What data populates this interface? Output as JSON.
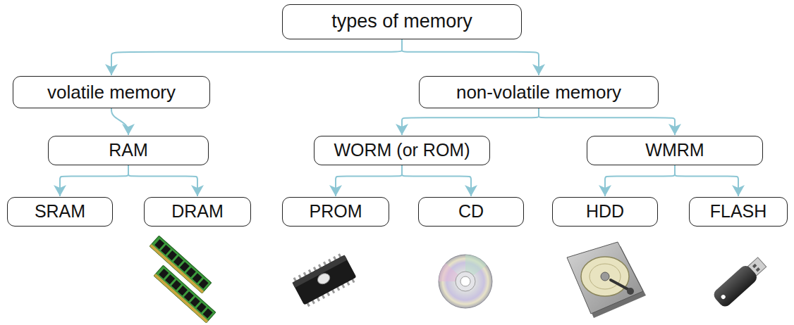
{
  "diagram": {
    "nodes": [
      {
        "text": [
          "types of memory"
        ]
      },
      {
        "text": [
          "volatile memory"
        ]
      },
      {
        "text": [
          "non-volatile memory"
        ]
      },
      {
        "text": [
          "RAM"
        ]
      },
      {
        "text": [
          "WORM (or ROM)"
        ]
      },
      {
        "text": [
          "WMRM"
        ]
      },
      {
        "text": [
          "SRAM"
        ]
      },
      {
        "text": [
          "DRAM"
        ]
      },
      {
        "text": [
          "PROM"
        ]
      },
      {
        "text": [
          "CD"
        ]
      },
      {
        "text": [
          "HDD"
        ]
      },
      {
        "text": [
          "FLASH"
        ]
      }
    ],
    "edges": [
      {
        "from": 0,
        "to": 1,
        "arrow": "to"
      },
      {
        "from": 0,
        "to": 2,
        "arrow": "to"
      },
      {
        "from": 1,
        "to": 3,
        "arrow": "to"
      },
      {
        "from": 2,
        "to": 4,
        "arrow": "to"
      },
      {
        "from": 2,
        "to": 5,
        "arrow": "to"
      },
      {
        "from": 3,
        "to": 6,
        "arrow": "to"
      },
      {
        "from": 3,
        "to": 7,
        "arrow": "to"
      },
      {
        "from": 4,
        "to": 8,
        "arrow": "to"
      },
      {
        "from": 4,
        "to": 9,
        "arrow": "to"
      },
      {
        "from": 5,
        "to": 10,
        "arrow": "to"
      },
      {
        "from": 5,
        "to": 11,
        "arrow": "to"
      }
    ]
  }
}
